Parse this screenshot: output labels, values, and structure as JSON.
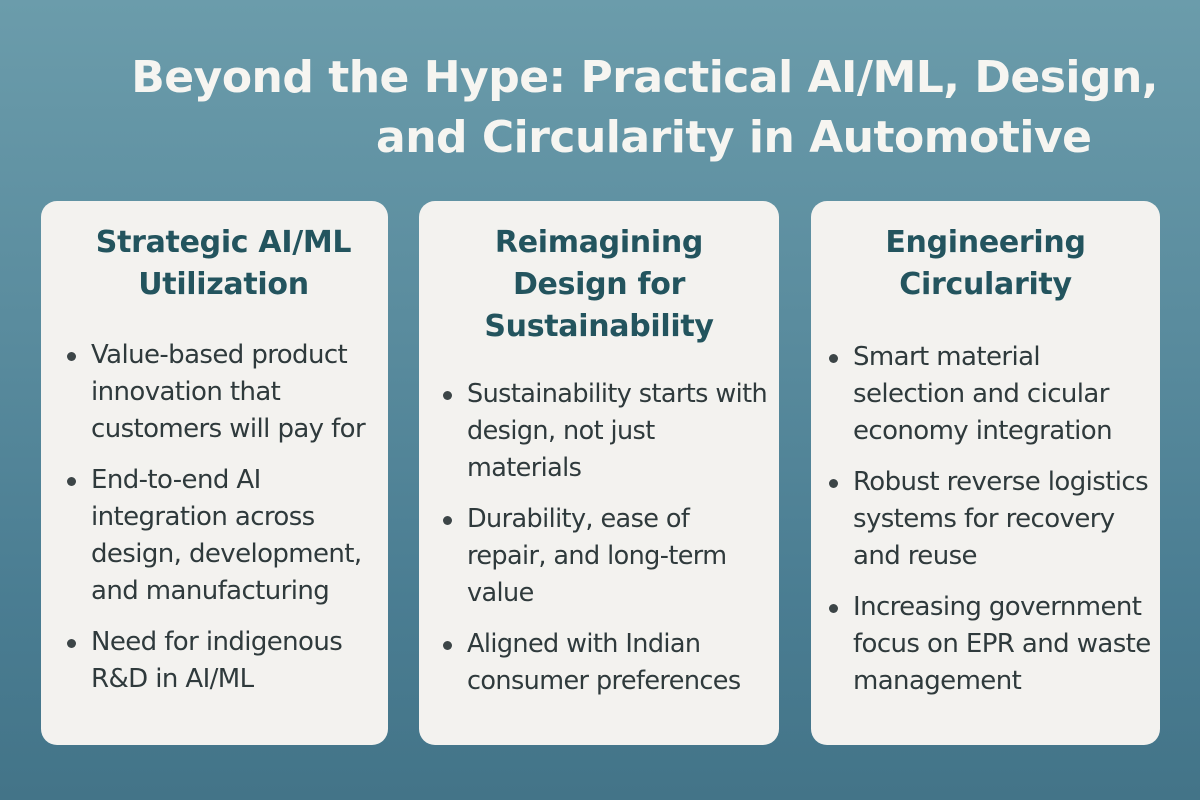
{
  "title": {
    "line1": "Beyond the Hype: Practical AI/ML, Design,",
    "line2": "and Circularity in Automotive"
  },
  "colors": {
    "background_top": "#6b9cab",
    "background_bottom": "#437488",
    "card_bg": "#f3f2ef",
    "card_heading": "#23545e",
    "body_text": "#2f3a3c",
    "title_text": "#f6f5f1"
  },
  "cards": [
    {
      "heading_lines": [
        "Strategic AI/ML",
        "Utilization"
      ],
      "bullets": [
        "Value-based product innovation that customers will pay for",
        "End-to-end AI integration across design, development, and manufacturing",
        "Need for indigenous R&D in AI/ML"
      ]
    },
    {
      "heading_lines": [
        "Reimagining",
        "Design for",
        "Sustainability"
      ],
      "bullets": [
        "Sustainability starts with design, not just materials",
        "Durability, ease of repair, and long-term value",
        "Aligned with Indian consumer preferences"
      ]
    },
    {
      "heading_lines": [
        "Engineering",
        "Circularity"
      ],
      "bullets": [
        "Smart material selection and cicular economy integration",
        "Robust reverse logistics systems for recovery and reuse",
        "Increasing government focus on EPR and waste management"
      ]
    }
  ]
}
